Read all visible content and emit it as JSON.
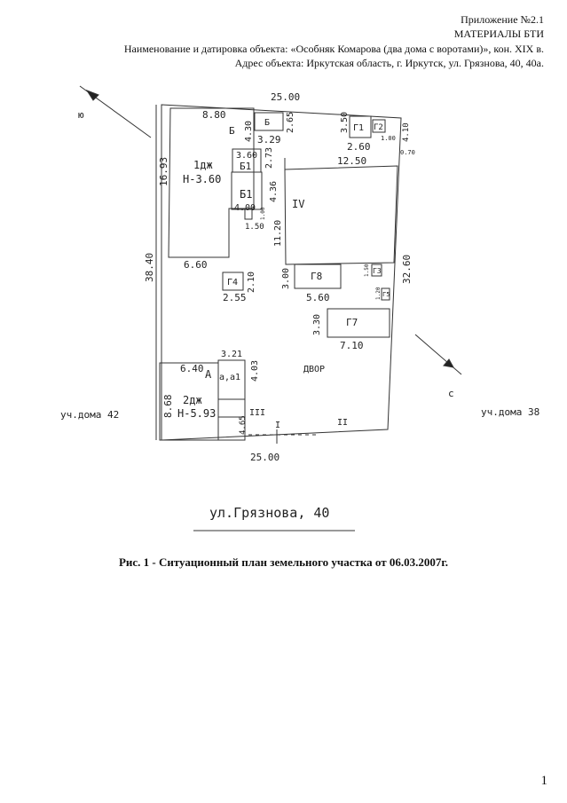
{
  "header": {
    "appendix": "Приложение №2.1",
    "materials": "МАТЕРИАЛЫ БТИ",
    "object_name": "Наименование и датировка объекта: «Особняк Комарова (два дома с воротами)», кон. XIX в.",
    "address": "Адрес объекта: Иркутская область, г. Иркутск, ул. Грязнова, 40, 40а."
  },
  "plan": {
    "compass_n": "ю",
    "compass_s": "с",
    "width_top": "25.00",
    "width_bottom": "25.00",
    "length_left": "38.40",
    "length_right": "32.60",
    "dim_8_80": "8.80",
    "label_b": "Б",
    "dim_4_30": "4.30",
    "label_b_small": "Б",
    "dim_2_65": "2.65",
    "dim_3_29": "3.29",
    "dim_3_50": "3.50",
    "label_g1": "Г1",
    "label_g2": "Г2",
    "dim_1_00": "1.00",
    "dim_4_10": "4.10",
    "dim_0_70": "0.70",
    "dim_2_60": "2.60",
    "dim_3_60": "3.60",
    "label_b1_top": "Б1",
    "dim_2_73": "2.73",
    "dim_12_50": "12.50",
    "house1_name": "1дж",
    "house1_height": "Н-3.60",
    "dim_16_93": "16.93",
    "label_b1": "Б1",
    "dim_4_36": "4.36",
    "label_iv": "IV",
    "dim_4_00": "4.00",
    "dim_1_00b": "1.00",
    "dim_1_50": "1.50",
    "dim_11_20": "11.20",
    "dim_6_60": "6.60",
    "label_g4": "Г4",
    "dim_2_10": "2.10",
    "dim_2_55": "2.55",
    "dim_3_00": "3.00",
    "label_g8": "Г8",
    "dim_5_60": "5.60",
    "dim_1_50b": "1.50",
    "label_g3": "Г3",
    "dim_1_20": "1.20",
    "label_g5": "Г5",
    "dim_3_30": "3.30",
    "label_g7": "Г7",
    "dim_7_10": "7.10",
    "dim_3_21": "3.21",
    "dim_6_40": "6.40",
    "label_a": "А",
    "label_a01": "а,а1",
    "dim_4_03": "4.03",
    "label_yard": "ДВОР",
    "dim_8_68": "8.68",
    "house2_name": "2дж",
    "house2_height": "Н-5.93",
    "label_iii": "III",
    "label_i": "I",
    "label_ii": "II",
    "dim_4_65": "4.65",
    "neighbor_left": "уч.дома 42",
    "neighbor_right": "уч.дома 38",
    "street": "ул.Грязнова, 40"
  },
  "caption": "Рис. 1 - Ситуационный план земельного участка от 06.03.2007г.",
  "page_number": "1"
}
